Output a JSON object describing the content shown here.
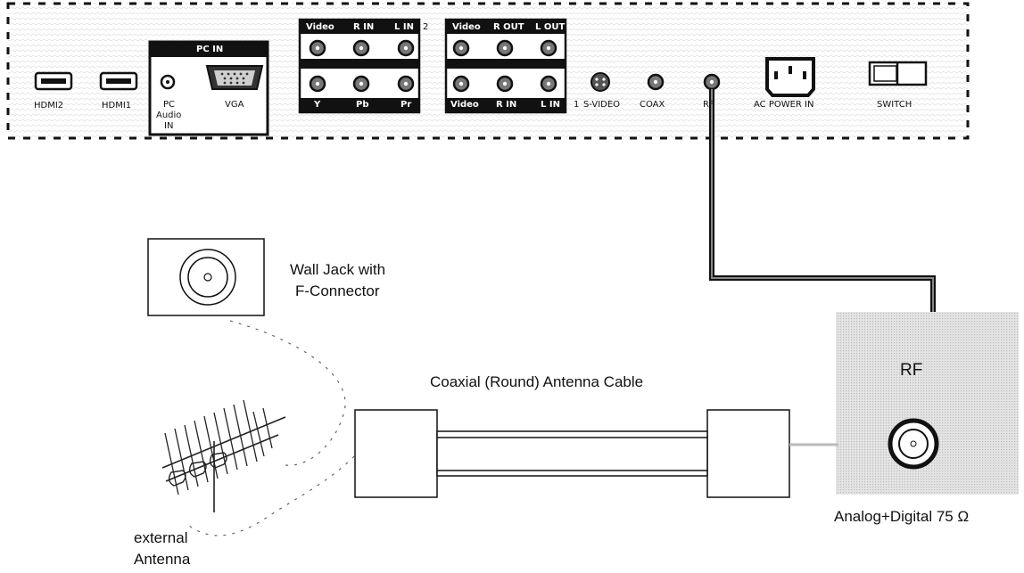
{
  "panel": {
    "pc_in_title": "PC IN",
    "labels": {
      "hdmi2": "HDMI2",
      "hdmi1": "HDMI1",
      "pc_audio_line1": "PC",
      "pc_audio_line2": "Audio",
      "pc_audio_line3": "IN",
      "vga": "VGA",
      "in2_video": "Video",
      "in2_rin": "R IN",
      "in2_lin": "L IN",
      "in2_number": "2",
      "ypbpr_y": "Y",
      "ypbpr_pb": "Pb",
      "ypbpr_pr": "Pr",
      "out_video": "Video",
      "out_rout": "R OUT",
      "out_lout": "L OUT",
      "in1_video": "Video",
      "in1_rin": "R IN",
      "in1_lin": "L IN",
      "in1_number": "1",
      "svideo": "S-VIDEO",
      "coax": "COAX",
      "rf": "RF",
      "ac_power": "AC POWER IN",
      "switch": "SWITCH"
    }
  },
  "diagram": {
    "wall_jack_line1": "Wall Jack with",
    "wall_jack_line2": "F-Connector",
    "cable_label": "Coaxial (Round) Antenna Cable",
    "antenna_line1": "external",
    "antenna_line2": "Antenna",
    "rf_box_label": "RF",
    "rf_spec": "Analog+Digital 75 Ω"
  }
}
